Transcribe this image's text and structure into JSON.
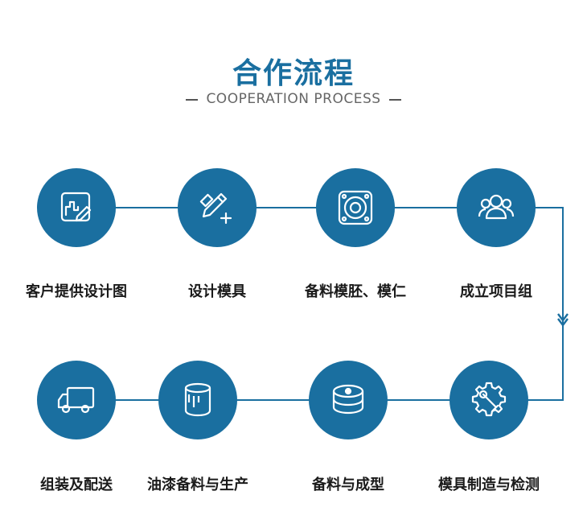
{
  "header": {
    "title": "合作流程",
    "subtitle": "COOPERATION PROCESS"
  },
  "steps": [
    {
      "label": "客户提供设计图",
      "icon": "blueprint-pencil-icon"
    },
    {
      "label": "设计模具",
      "icon": "design-tools-icon"
    },
    {
      "label": "备料模胚、模仁",
      "icon": "mold-base-icon"
    },
    {
      "label": "成立项目组",
      "icon": "team-icon"
    },
    {
      "label": "模具制造与检测",
      "icon": "gear-wrench-icon"
    },
    {
      "label": "备料与成型",
      "icon": "material-disc-icon"
    },
    {
      "label": "油漆备料与生产",
      "icon": "paint-bucket-icon"
    },
    {
      "label": "组装及配送",
      "icon": "delivery-truck-icon"
    }
  ],
  "colors": {
    "accent": "#1a6fa0",
    "text": "#1a1a1a",
    "subtle": "#666666"
  }
}
